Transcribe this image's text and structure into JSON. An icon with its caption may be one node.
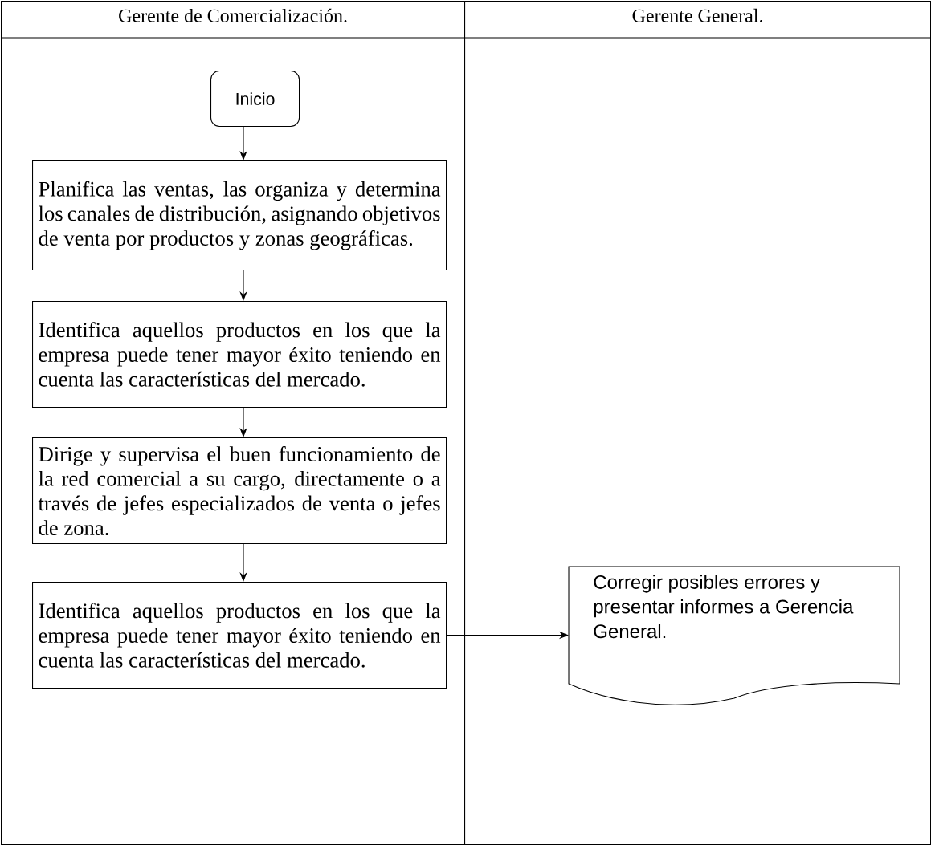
{
  "diagram": {
    "nodes": [
      {
        "text": [
          "Gerente de Comercialización."
        ]
      },
      {
        "text": [
          "Gerente General."
        ]
      },
      {
        "text": [
          "Inicio"
        ],
        "in": 0
      },
      {
        "text": [
          "Planifica las ventas, las organiza y determina los canales de distribución, asignando objetivos de venta por productos y zonas geográficas."
        ],
        "in": 0
      },
      {
        "text": [
          "Identifica aquellos productos en los que la empresa puede tener mayor éxito teniendo en cuenta las características del mercado."
        ],
        "in": 0
      },
      {
        "text": [
          "Dirige y supervisa el buen funcionamiento de la red comercial a su cargo, directamente o a través de jefes especializados de venta o jefes de zona."
        ],
        "in": 0
      },
      {
        "text": [
          "Identifica aquellos productos en los que la empresa puede tener mayor éxito teniendo en cuenta las características del mercado."
        ],
        "in": 0
      },
      {
        "text": [
          "Corregir posibles errores y presentar informes a Gerencia General."
        ],
        "in": 1
      }
    ],
    "edges": [
      {
        "from": 2,
        "to": 3,
        "arrow": "to"
      },
      {
        "from": 3,
        "to": 4,
        "arrow": "to"
      },
      {
        "from": 4,
        "to": 5,
        "arrow": "to"
      },
      {
        "from": 5,
        "to": 6,
        "arrow": "to"
      },
      {
        "from": 6,
        "to": 7,
        "arrow": "to"
      }
    ]
  }
}
